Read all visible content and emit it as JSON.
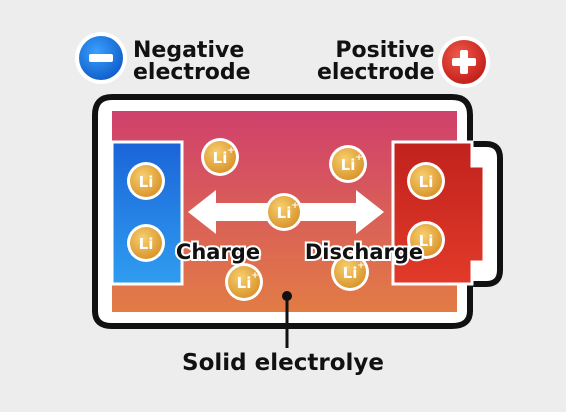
{
  "negative": {
    "line1": "Negative",
    "line2": "electrode",
    "symbol": "−"
  },
  "positive": {
    "line1": "Positive",
    "line2": "electrode",
    "symbol": "+"
  },
  "ion_label": "Li",
  "ion_superscript": "+",
  "charge_label": "Charge",
  "discharge_label": "Discharge",
  "electrolyte_label": "Solid electrolye",
  "colors": {
    "negative": "#1a6fe0",
    "positive": "#d42a1f",
    "electrolyte_top": "#d2406b",
    "electrolyte_bottom": "#e07c44",
    "ion": "#e3a63a",
    "outline": "#111111"
  }
}
